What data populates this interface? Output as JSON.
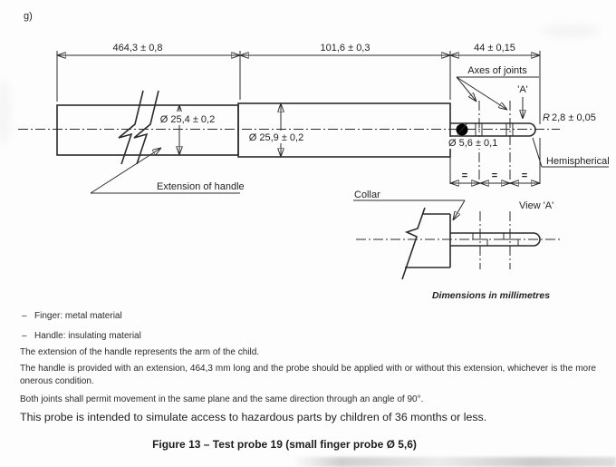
{
  "page": {
    "item_label": "g)",
    "dimensions_note": "Dimensions in millimetres",
    "figure_caption": "Figure 13 – Test probe 19 (small finger probe Ø 5,6)"
  },
  "drawing": {
    "dim_extension_length": "464,3 ± 0,8",
    "dim_handle_length": "101,6 ± 0,3",
    "dim_finger_length": "44 ± 0,15",
    "dim_extension_diameter": "Ø 25,4 ± 0,2",
    "dim_handle_diameter": "Ø 25,9 ± 0,2",
    "dim_finger_diameter": "Ø 5,6 ± 0,1",
    "tip_radius_symbol": "R",
    "tip_radius_value": "2,8 ± 0,05",
    "equal_spacing_mark": "=",
    "label_axes_of_joints": "Axes of joints",
    "label_view_ref": "'A'",
    "label_hemispherical": "Hemispherical",
    "label_extension_of_handle": "Extension of handle",
    "label_collar": "Collar",
    "label_view_a": "View  'A'"
  },
  "notes": {
    "bullets": [
      {
        "dash": "–",
        "text": "Finger: metal material"
      },
      {
        "dash": "–",
        "text": "Handle: insulating material"
      }
    ],
    "para_arm": "The extension of the handle represents the arm of the child.",
    "para_extension": "The handle is provided with an extension, 464,3 mm long and the probe should be applied with or without this extension, whichever is the more onerous condition.",
    "para_joints": "Both joints shall permit movement in the same plane and the same direction through an angle of 90°.",
    "statement": "This probe is intended to simulate access to hazardous parts by children of 36 months or less."
  }
}
